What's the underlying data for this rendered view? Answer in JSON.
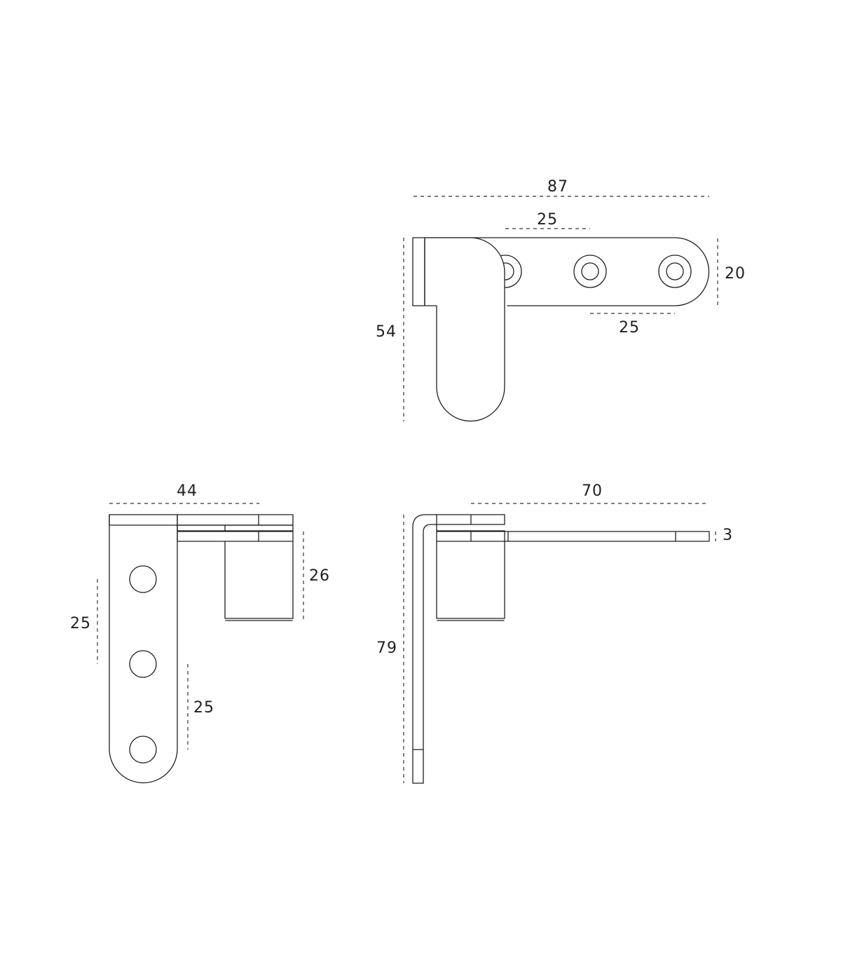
{
  "colors": {
    "line": "#1f1f1f",
    "background": "#ffffff"
  },
  "top_view": {
    "dim_total_width": "87",
    "dim_hole_spacing_top": "25",
    "dim_plate_height": "20",
    "dim_hole_spacing_bottom": "25",
    "dim_total_height": "54"
  },
  "front_view": {
    "dim_width": "44",
    "dim_pivot_height": "26",
    "dim_hole_spacing_upper": "25",
    "dim_hole_spacing_lower": "25"
  },
  "side_view": {
    "dim_arm_length": "70",
    "dim_plate_thickness": "3",
    "dim_total_height": "79"
  }
}
